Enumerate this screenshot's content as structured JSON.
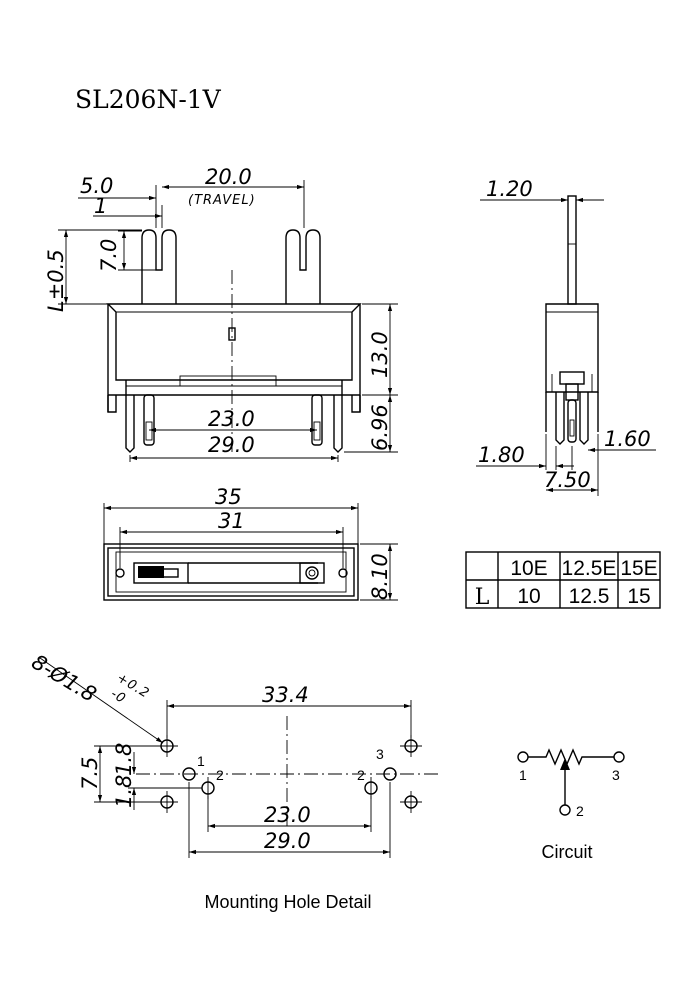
{
  "title": "SL206N-1V",
  "front_view": {
    "pitch": "5.0",
    "lug_width": "1",
    "travel": "20.0",
    "travel_note": "(TRAVEL)",
    "lug_height": "7.0",
    "shaft_length": "L±0.5",
    "body_height": "13.0",
    "terminal_length": "6.96",
    "inner_pin_span": "23.0",
    "outer_pin_span": "29.0"
  },
  "side_view": {
    "lever_width": "1.20",
    "pin_offset": "1.80",
    "pin_pitch": "1.60",
    "body_depth": "7.50"
  },
  "top_view": {
    "overall_length": "35",
    "mount_span": "31",
    "width": "8.10"
  },
  "length_table": {
    "header": [
      "",
      "10E",
      "12.5E",
      "15E"
    ],
    "row_label": "L",
    "row": [
      "10",
      "12.5",
      "15"
    ]
  },
  "mounting": {
    "hole_spec_main": "8-Ø1.8",
    "hole_tol": "+0.2",
    "hole_tol_low": "-0",
    "span": "33.4",
    "vertical_pitch": "7.5",
    "offset": "1.8",
    "inner_span": "23.0",
    "outer_span": "29.0",
    "pin_labels": [
      "1",
      "2",
      "2",
      "3"
    ],
    "caption": "Mounting Hole Detail"
  },
  "circuit": {
    "pins": [
      "1",
      "3",
      "2"
    ],
    "caption": "Circuit"
  }
}
